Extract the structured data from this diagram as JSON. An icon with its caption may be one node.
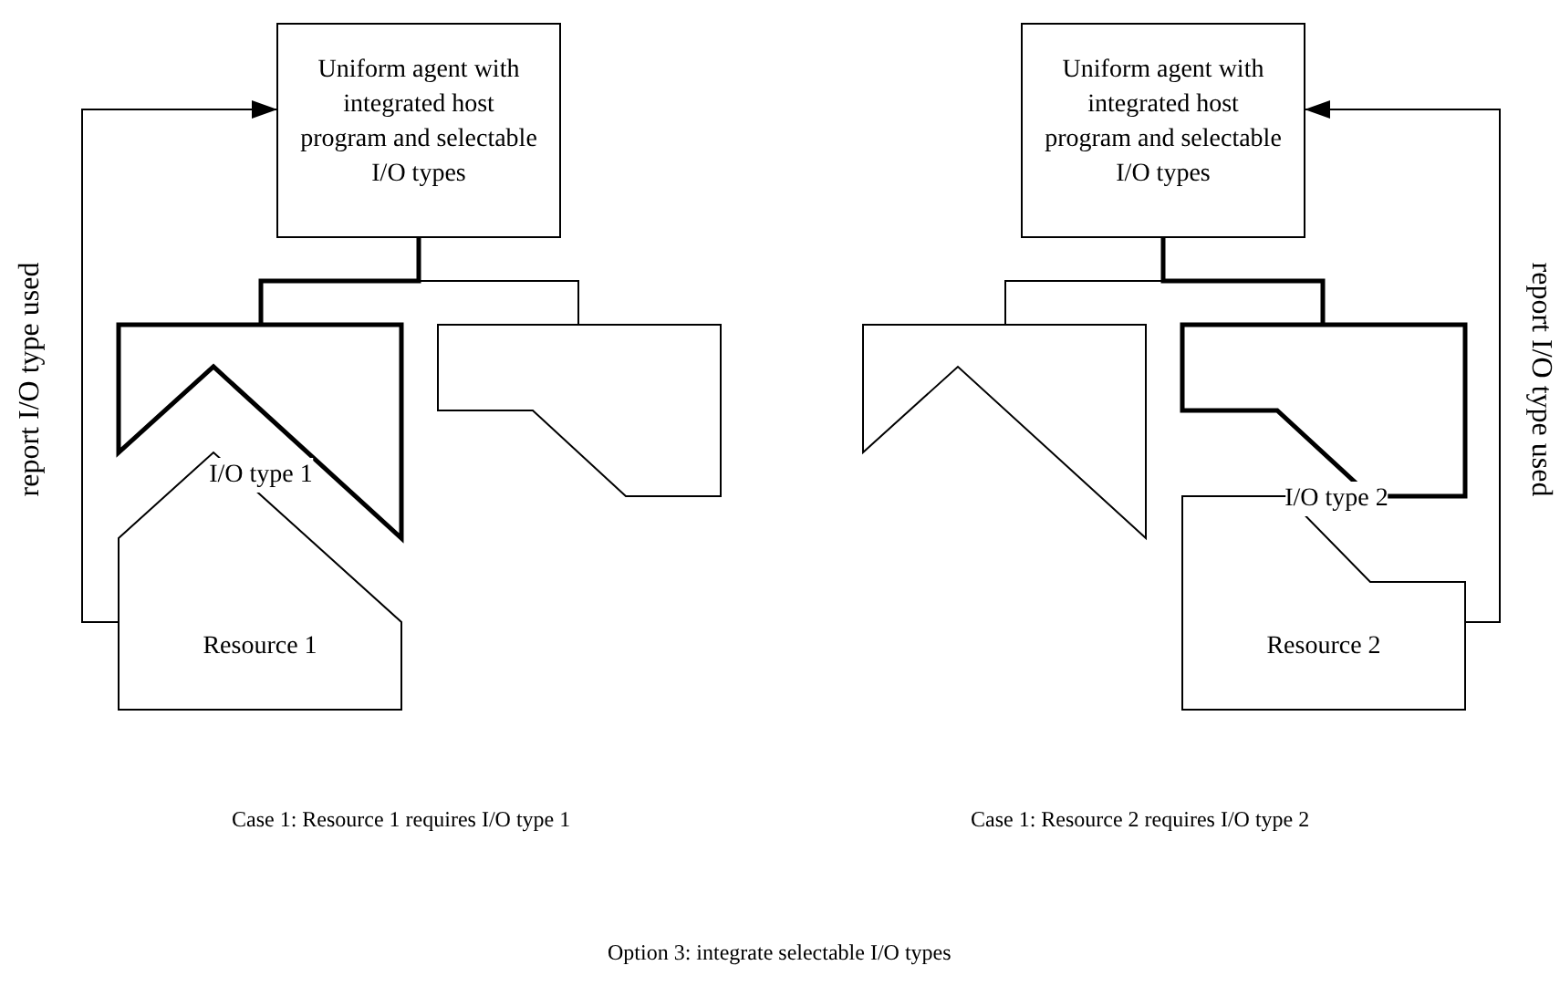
{
  "diagram": {
    "caption": "Option 3: integrate selectable I/O types",
    "nodes": [
      {
        "text": [
          "Uniform agent with integrated host program and selectable I/O types"
        ]
      },
      {
        "text": [
          "I/O type 1"
        ]
      },
      {
        "text": [],
        "shape": "box"
      },
      {
        "text": [
          "Resource 1"
        ]
      },
      {
        "text": [
          "Uniform agent with integrated host program and selectable I/O types"
        ]
      },
      {
        "text": [],
        "shape": "box"
      },
      {
        "text": [
          "I/O type 2"
        ]
      },
      {
        "text": [
          "Resource 2"
        ]
      }
    ],
    "edges": [
      {
        "from": 0,
        "to": 1,
        "arrow": "none",
        "style": "thick"
      },
      {
        "from": 0,
        "to": 2,
        "arrow": "none"
      },
      {
        "from": 3,
        "to": 0,
        "arrow": "to",
        "label": "report I/O type used"
      },
      {
        "from": 4,
        "to": 5,
        "arrow": "none"
      },
      {
        "from": 4,
        "to": 6,
        "arrow": "none",
        "style": "thick"
      },
      {
        "from": 7,
        "to": 4,
        "arrow": "to",
        "label": "report I/O type used"
      }
    ],
    "labels": [
      "Case 1: Resource 1 requires I/O type 1",
      "Case 1: Resource 2 requires I/O type 2"
    ]
  }
}
